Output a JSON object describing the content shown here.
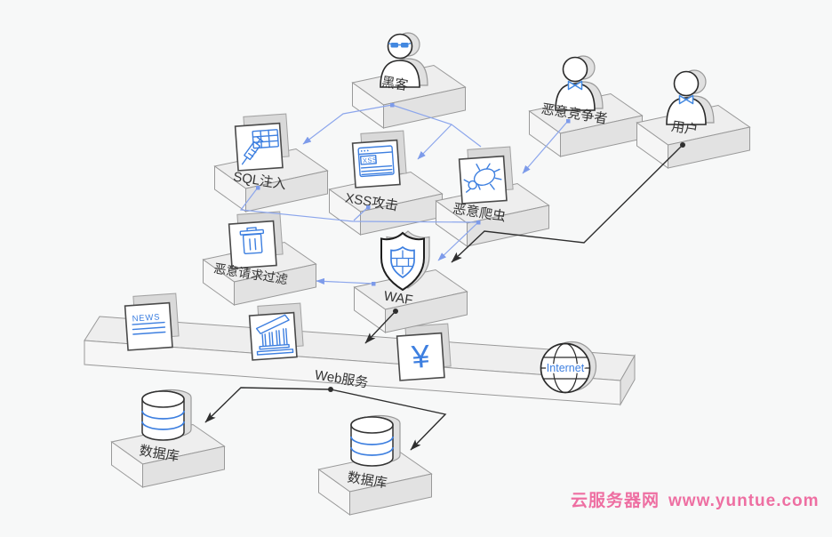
{
  "nodes": {
    "hacker": "黑客",
    "competitor": "恶意竞争者",
    "user": "用户",
    "sql_injection": "SQL注入",
    "xss_attack": "XSS攻击",
    "crawler": "恶意爬虫",
    "request_filter": "恶意请求过滤",
    "waf": "WAF",
    "web_service": "Web服务",
    "database_left": "数据库",
    "database_right": "数据库"
  },
  "icons": {
    "news_text": "NEWS",
    "xss_text": "XSS",
    "yen_text": "¥",
    "internet_text": "Internet"
  },
  "watermark": {
    "site_name": "云服务器网",
    "url": "www.yuntue.com"
  },
  "colors": {
    "background": "#f7f8f8",
    "icon_blue": "#3d7fe0",
    "line_blue": "#8ca6ec",
    "line_black": "#2e2e2e",
    "watermark_pink": "#ee6fa2"
  }
}
